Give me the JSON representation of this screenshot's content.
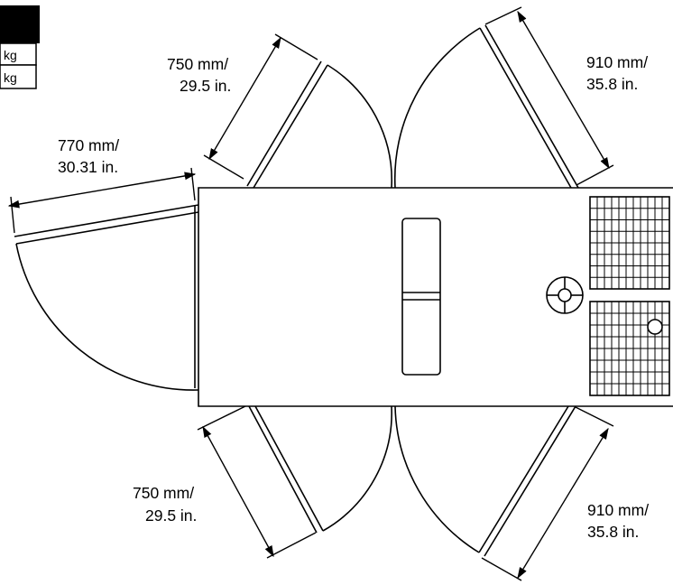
{
  "colors": {
    "line": "#000000",
    "background": "#ffffff"
  },
  "weight_table": {
    "rows": [
      {
        "unit": "kg"
      },
      {
        "unit": "kg"
      }
    ]
  },
  "dimensions": {
    "left_door": {
      "mm": "770 mm/",
      "in": "30.31  in."
    },
    "top_left_door": {
      "mm": "750 mm/",
      "in": "29.5 in."
    },
    "top_right_door": {
      "mm": "910 mm/",
      "in": "35.8 in."
    },
    "bottom_left_door": {
      "mm": "750 mm/",
      "in": "29.5 in."
    },
    "bottom_right_door": {
      "mm": "910 mm/",
      "in": "35.8 in."
    }
  }
}
